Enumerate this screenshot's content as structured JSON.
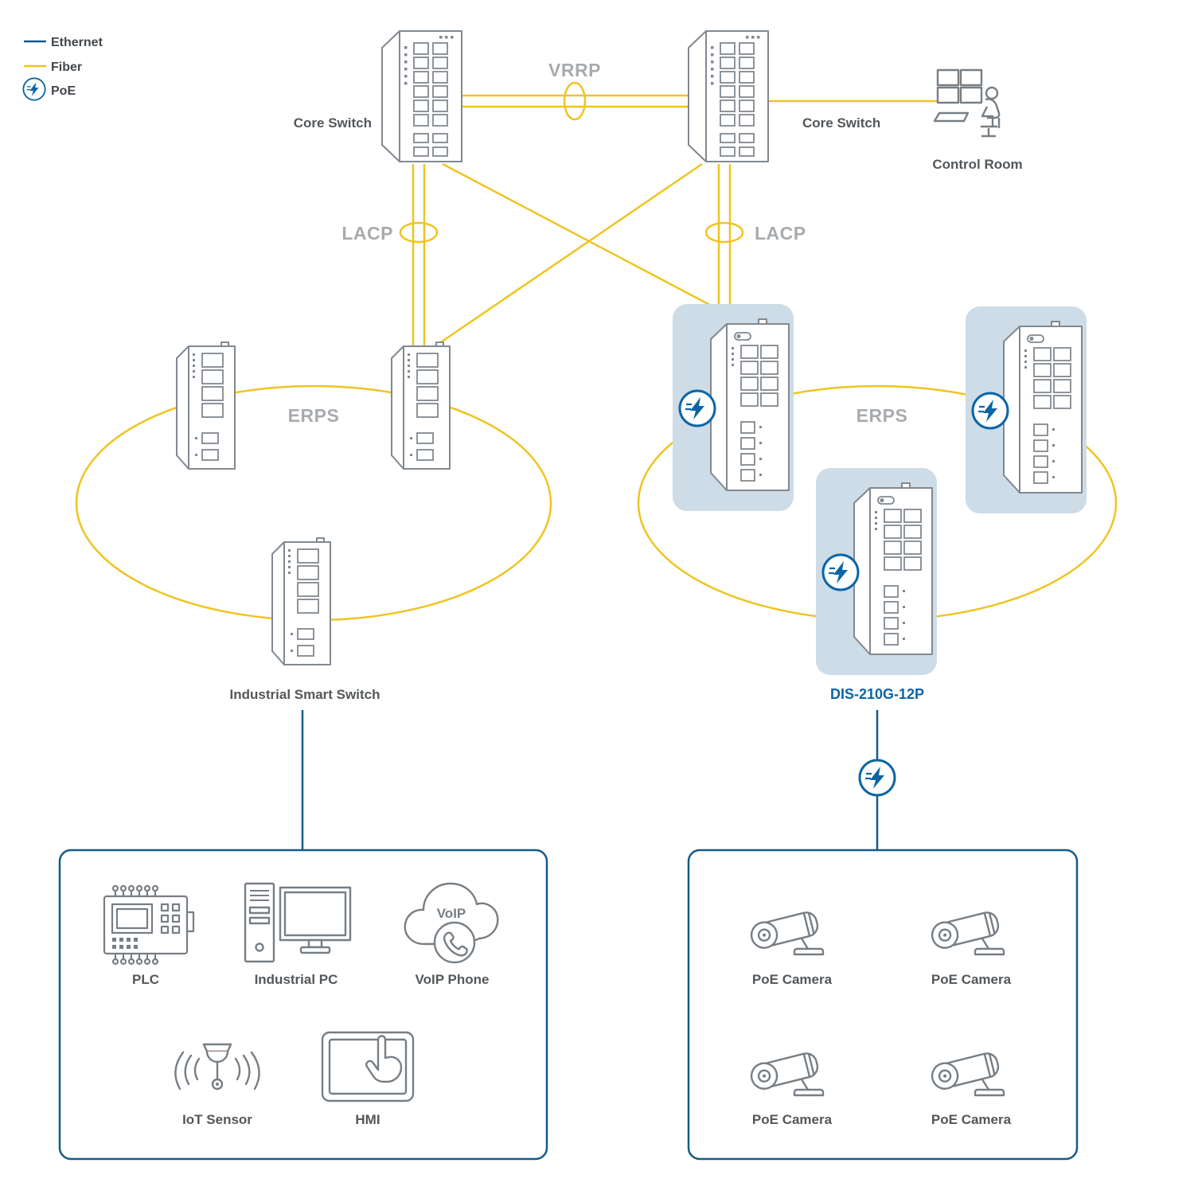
{
  "title": "Industrial network topology diagram",
  "legend": {
    "ethernet_label": "Ethernet",
    "fiber_label": "Fiber",
    "poe_label": "PoE"
  },
  "protocols": {
    "vrrp": "VRRP",
    "lacp_left": "LACP",
    "lacp_right": "LACP",
    "erps_left": "ERPS",
    "erps_right": "ERPS"
  },
  "nodes": {
    "core_switch_left": "Core Switch",
    "core_switch_right": "Core Switch",
    "control_room": "Control Room",
    "industrial_smart_switch": "Industrial Smart Switch",
    "poe_switch_model": "DIS-210G-12P",
    "voip_cloud": "VoIP"
  },
  "endpoints": {
    "industrial_devices": [
      {
        "label": "PLC"
      },
      {
        "label": "Industrial PC"
      },
      {
        "label": "VoIP Phone"
      },
      {
        "label": "IoT Sensor"
      },
      {
        "label": "HMI"
      }
    ],
    "poe_cameras": [
      {
        "label": "PoE Camera"
      },
      {
        "label": "PoE Camera"
      },
      {
        "label": "PoE Camera"
      },
      {
        "label": "PoE Camera"
      }
    ]
  },
  "colors": {
    "ethernet_line": "#155a8a",
    "fiber_line": "#f0c420",
    "poe_accent": "#0a65a5",
    "product_text": "#0a65a5",
    "protocol_text": "#a8abae",
    "device_text": "#53575a",
    "device_outline": "#818890",
    "highlight_background": "#cddce7"
  }
}
